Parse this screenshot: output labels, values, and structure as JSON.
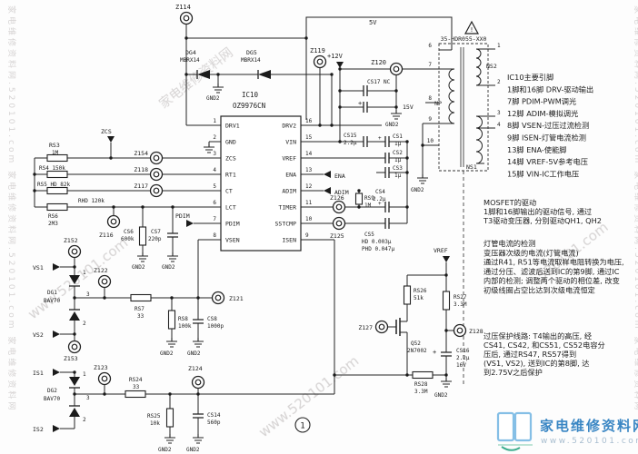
{
  "marker": "1",
  "ic": {
    "ref": "IC10",
    "part": "OZ9976CN",
    "left": [
      {
        "n": "1",
        "s": "DRV1"
      },
      {
        "n": "2",
        "s": "GND"
      },
      {
        "n": "3",
        "s": "ZCS"
      },
      {
        "n": "4",
        "s": "RT1"
      },
      {
        "n": "5",
        "s": "CT"
      },
      {
        "n": "6",
        "s": "LCT"
      },
      {
        "n": "7",
        "s": "PDIM"
      },
      {
        "n": "8",
        "s": "VSEN"
      }
    ],
    "right": [
      {
        "n": "16",
        "s": "DRV2"
      },
      {
        "n": "15",
        "s": "VIN"
      },
      {
        "n": "14",
        "s": "VREF"
      },
      {
        "n": "13",
        "s": "ENA"
      },
      {
        "n": "12",
        "s": "ADIM"
      },
      {
        "n": "11",
        "s": "TIMER"
      },
      {
        "n": "10",
        "s": "SSTCMP"
      },
      {
        "n": "9",
        "s": "ISEN"
      }
    ]
  },
  "labels": {
    "z114": "Z114",
    "z119": "Z119",
    "z120": "Z120",
    "z154": "Z154",
    "z118": "Z118",
    "z117": "Z117",
    "z116": "Z116",
    "z152": "Z152",
    "z153": "Z153",
    "z122": "Z122",
    "z121": "Z121",
    "z123": "Z123",
    "z124": "Z124",
    "z125": "Z125",
    "z126": "Z126",
    "z127": "Z127",
    "z128": "Z128",
    "dg4": "DG4",
    "dg5": "DG5",
    "mbrx14": "MBRX14",
    "dg1": "DG1",
    "dg2": "DG2",
    "bav70": "BAV70",
    "rs3": "RS3",
    "rs3_v": "1M",
    "rs4": "RS4 150k",
    "rs5": "RS5 HD 82k",
    "rhd": "RHD 120k",
    "rs6": "RS6",
    "rs6_v": "2M3",
    "cs6": "CS6",
    "cs6_v": "600k",
    "cs7": "CS7",
    "cs7_v": "220p",
    "zcs": "ZCS",
    "pdim": "PDIM",
    "ena": "ENA",
    "adim": "ADIM",
    "rs9": "RS9",
    "rs9_v": "1M",
    "v5": "5V",
    "v12": "+12V",
    "v15": "15V",
    "cs17": "CS17 NC",
    "cs15": "CS15",
    "cs15_v": "2.2μ",
    "cs1": "CS1",
    "cs2": "CS2",
    "cs3": "CS3",
    "u1": "1μ",
    "cs4": "CS4",
    "cs4_v": "2.2μ",
    "cs5": "CS5",
    "cs5_v1": "HD 0.003μ",
    "cs5_v2": "PHD 0.047μ",
    "gnd2": "GND2",
    "plus": "+",
    "warn": "!",
    "vs1": "VS1",
    "vs2": "VS2",
    "is1": "IS1",
    "is2": "IS2",
    "rs7": "RS7",
    "rs7_v": "33",
    "rs8": "RS8",
    "rs8_v": "100k",
    "cs8": "CS8",
    "cs8_v": "1000p",
    "rs24": "RS24",
    "rs24_v": "33",
    "rs25": "RS25",
    "rs25_v": "10k",
    "cs14": "CS14",
    "cs14_v": "560p",
    "vref": "VREF",
    "rs26": "RS26",
    "rs26_v": "51k",
    "rs27": "RS27",
    "rs27_v": "3.3M",
    "rs28": "RS28",
    "rs28_v": "3.3M",
    "cs16": "CS16",
    "cs16_v": "2.2μ",
    "cs16_vv": "16V",
    "q52": "Q52",
    "q52_p": "2N7002",
    "p1": "1",
    "p2": "2",
    "p3": "3",
    "p4": "4",
    "p6": "6",
    "p7": "7",
    "p8": "8",
    "p9": "9",
    "p10": "10",
    "np": "NP",
    "ns1": "NS1",
    "ns2": "NS2",
    "tx_part": "35-HDR055-XX0"
  },
  "notes": {
    "pins": [
      "IC10主要引脚",
      "1脚和16脚  DRV-驱动输出",
      "7脚    PDIM-PWM调光",
      "12脚   ADIM-模拟调光",
      "8脚    VSEN-过压过流检测",
      "9脚    ISEN-灯管电流检测",
      "13脚   ENA-使能脚",
      "14脚   VREF-5V参考电压",
      "15脚   VIN-IC工作电压"
    ],
    "drive": [
      "MOSFET的驱动",
      "1脚和16脚输出的驱动信号, 通过",
      "T3驱动变压器, 分别驱动QH1, QH2"
    ],
    "lamp": [
      "灯管电流的检测",
      "变压器次级的电流(灯管电流)",
      "通过R41, R51等电流取样电阻转换为电压,",
      "通过分压、滤波后送到IC的第9脚, 通过IC",
      "内部的检测; 调整两个驱动的相位差, 改变",
      "初级线圈占空比达到次级电流恒定"
    ],
    "ovp": [
      "过压保护线路: T4输出的高压, 经",
      "CS41, CS42, 和CS51, CS52电容分",
      "压后, 通过RS47, RS57得到",
      "(VS1, VS2), 送到IC的第8脚, 达",
      "到2.75V之后保护"
    ]
  },
  "watermarks": {
    "column": "家电维修资料网.520101.com 家电维修资料网.520101.com 家电维修资料网",
    "diag_url": "www.520101.com",
    "diag_site": "家电维修资料网",
    "diag_num": "520101.com"
  },
  "logo": {
    "name": "家电维修资料网",
    "url": "www.520101.com"
  }
}
